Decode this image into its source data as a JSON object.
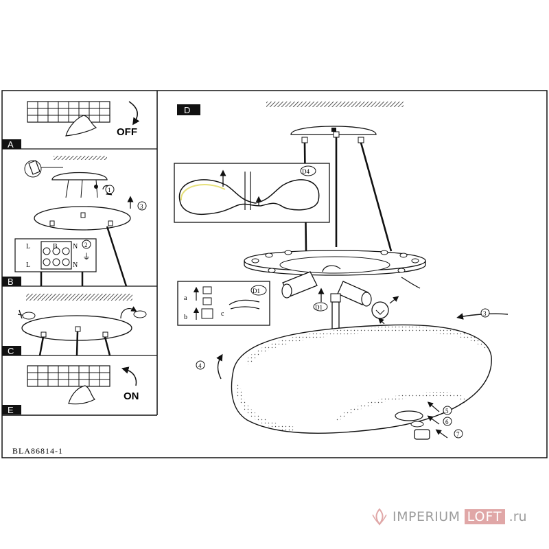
{
  "doc_code": "BLA86814-1",
  "panels": {
    "a": {
      "tag": "A",
      "switch_text": "OFF"
    },
    "b": {
      "tag": "B",
      "terminal_left_top": "L",
      "terminal_mid_top": "B",
      "terminal_right_top": "N",
      "terminal_left_bottom": "L",
      "terminal_right_bottom": "N"
    },
    "c": {
      "tag": "C"
    },
    "d": {
      "tag": "D",
      "detail_d4": "D4",
      "detail_d1": "D1",
      "detail_d1_inline": "D1",
      "label_a": "a",
      "label_b": "b",
      "label_c": "c"
    },
    "e": {
      "tag": "E",
      "switch_text": "ON"
    }
  },
  "steps": {
    "s1": "1",
    "s2": "2",
    "s3b": "3",
    "s3d": "3",
    "s4": "4",
    "s5": "5",
    "s6": "6",
    "s7": "7"
  },
  "watermark": {
    "imperium": "IMPERIUM",
    "loft": "LOFT",
    "domain": ".ru"
  },
  "colors": {
    "line": "#111111",
    "watermark_grey": "#9d9d9d",
    "watermark_pink": "#e0a7a7",
    "highlight": "#e6e07a"
  }
}
